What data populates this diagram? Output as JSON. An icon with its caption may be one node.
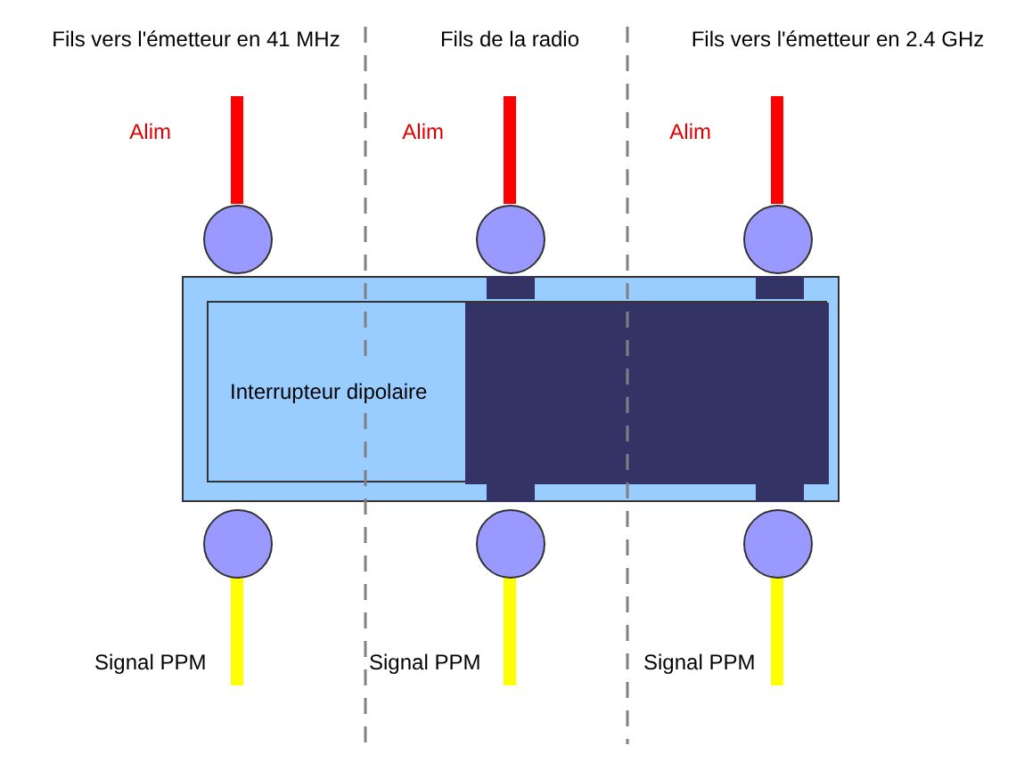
{
  "diagram": {
    "nodes": [
      {
        "text": [],
        "shape": "box"
      },
      {
        "text": [
          "Interrupteur dipolaire"
        ],
        "in": 0
      },
      {
        "text": [],
        "shape": "box",
        "in": 1
      },
      {
        "text": [],
        "shape": "circle"
      },
      {
        "text": [],
        "shape": "circle"
      },
      {
        "text": [],
        "shape": "circle"
      },
      {
        "text": [],
        "shape": "circle"
      },
      {
        "text": [],
        "shape": "circle"
      },
      {
        "text": [],
        "shape": "circle"
      }
    ],
    "edges": [
      {
        "from": null,
        "to": 3,
        "arrow": "none",
        "label": "Alim",
        "color": "#ff0000"
      },
      {
        "from": null,
        "to": 4,
        "arrow": "none",
        "label": "Alim",
        "color": "#ff0000"
      },
      {
        "from": null,
        "to": 5,
        "arrow": "none",
        "label": "Alim",
        "color": "#ff0000"
      },
      {
        "from": 6,
        "to": null,
        "arrow": "none",
        "label": "Signal PPM",
        "color": "#ffff00"
      },
      {
        "from": 7,
        "to": null,
        "arrow": "none",
        "label": "Signal PPM",
        "color": "#ffff00"
      },
      {
        "from": 8,
        "to": null,
        "arrow": "none",
        "label": "Signal PPM",
        "color": "#ffff00"
      }
    ],
    "labels": [
      "Fils vers l'émetteur en 41 MHz",
      "Fils de la radio",
      "Fils vers l'émetteur en 2.4 GHz"
    ]
  }
}
